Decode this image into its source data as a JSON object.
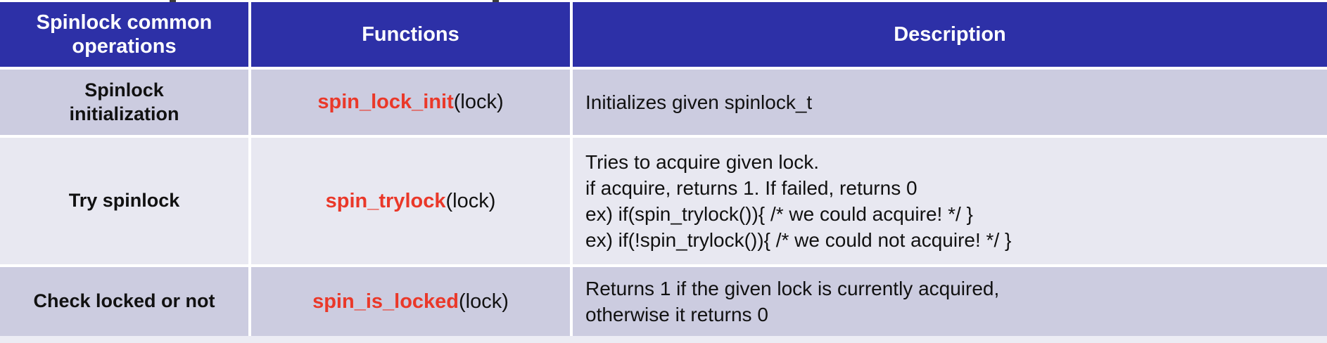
{
  "table": {
    "headers": [
      "Spinlock common\noperations",
      "Functions",
      "Description"
    ],
    "rows": [
      {
        "operation": "Spinlock\ninitialization",
        "function_name": "spin_lock_init",
        "function_args": "(lock)",
        "description": "Initializes given spinlock_t"
      },
      {
        "operation": "Try spinlock",
        "function_name": "spin_trylock",
        "function_args": "(lock)",
        "description": "Tries to acquire given lock.\nif acquire, returns 1. If failed, returns 0\nex) if(spin_trylock()){ /* we could acquire! */ }\nex) if(!spin_trylock()){ /* we could not acquire! */ }"
      },
      {
        "operation": "Check locked or not",
        "function_name": "spin_is_locked",
        "function_args": "(lock)",
        "description": "Returns 1 if the given lock is currently acquired,\notherwise it returns 0"
      }
    ],
    "colors": {
      "header_bg": "#2D30A7",
      "row_odd_bg": "#CCCCE0",
      "row_even_bg": "#E8E8F1",
      "function_red": "#EA3829",
      "text_black": "#111111"
    }
  }
}
